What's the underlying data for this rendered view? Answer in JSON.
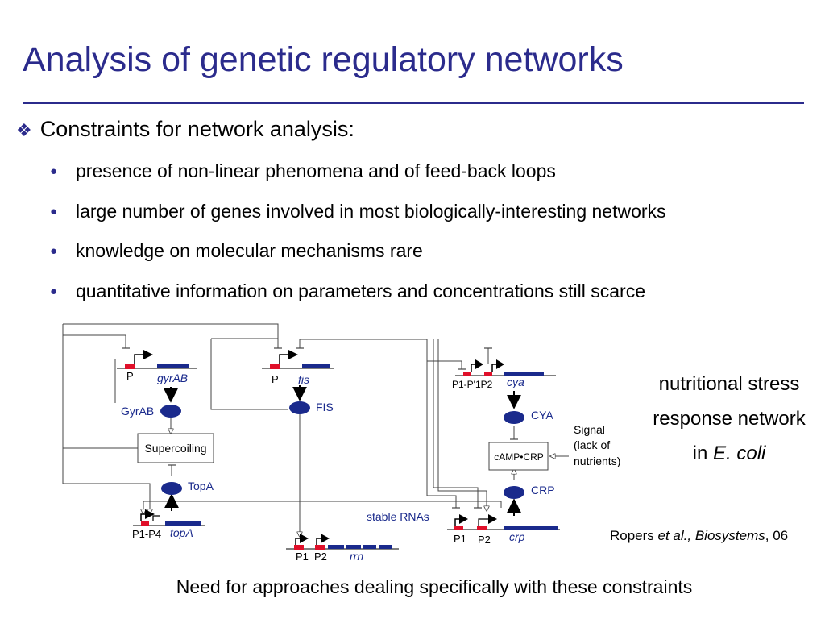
{
  "title": "Analysis of genetic regulatory networks",
  "main_bullet": "Constraints for network analysis:",
  "sub_bullets": [
    "presence of non-linear phenomena and of feed-back loops",
    "large number of genes involved in most biologically-interesting networks",
    "knowledge on molecular mechanisms rare",
    "quantitative information on parameters and concentrations still scarce"
  ],
  "diagram": {
    "genes": {
      "gyrAB": "gyrAB",
      "fis": "fis",
      "cya": "cya",
      "topA": "topA",
      "rrn": "rrn",
      "crp": "crp"
    },
    "promoters": {
      "gyrAB": "P",
      "fis": "P",
      "cya": "P1-P'1P2",
      "topA": "P1-P4",
      "rrn_p1": "P1",
      "rrn_p2": "P2",
      "crp_p1": "P1",
      "crp_p2": "P2"
    },
    "proteins": {
      "gyrAB": "GyrAB",
      "fis": "FIS",
      "cya": "CYA",
      "topA": "TopA",
      "crp": "CRP"
    },
    "boxes": {
      "supercoiling": "Supercoiling",
      "camp_crp": "cAMP•CRP"
    },
    "labels": {
      "stable_rnas": "stable RNAs",
      "signal_1": "Signal",
      "signal_2": "(lack of",
      "signal_3": "nutrients)"
    },
    "colors": {
      "protein": "#1a2a8c",
      "promoter": "#e0102a",
      "gene": "#1a2a8c",
      "line": "#444444"
    }
  },
  "side_note": {
    "line1": "nutritional stress",
    "line2": "response network",
    "line3_prefix": "in ",
    "line3_italic": "E. coli"
  },
  "citation": {
    "author": "Ropers ",
    "etal": "et al.,",
    "journal": " Biosystems",
    "year": ", 06"
  },
  "conclusion": "Need for approaches dealing specifically with these constraints",
  "colors": {
    "title": "#2b2b8c",
    "bullet": "#2b2b8c"
  }
}
